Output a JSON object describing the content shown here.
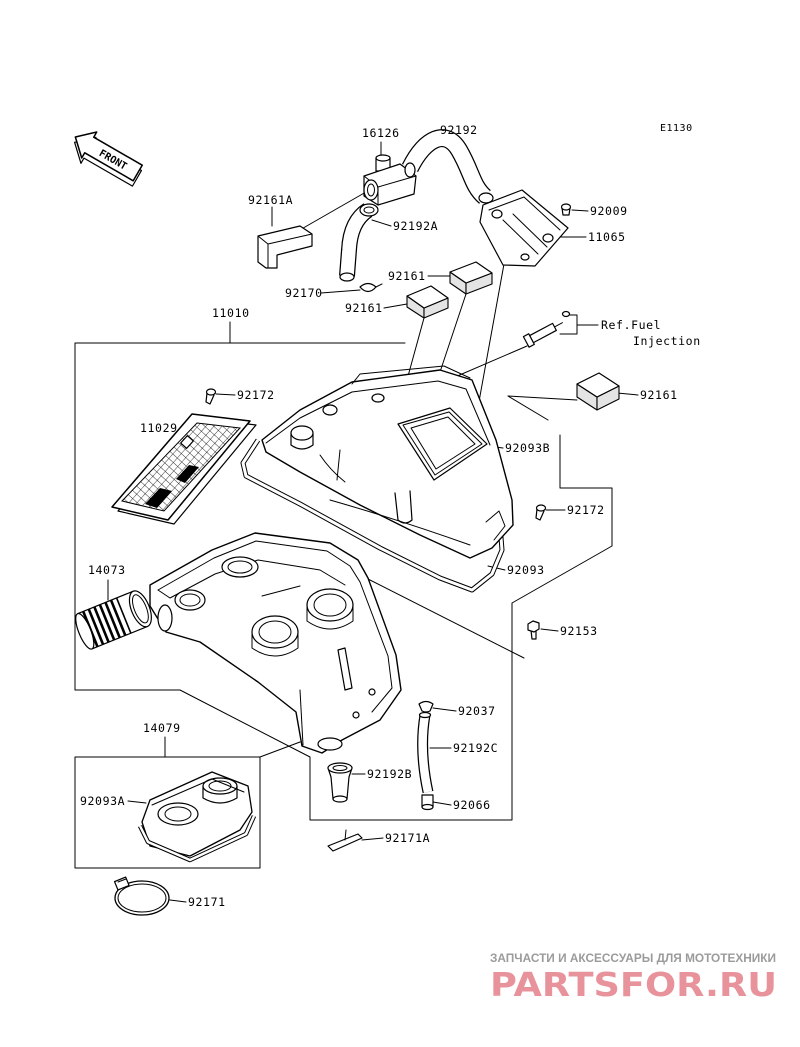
{
  "diagram_code": "E1130",
  "front_label": "FRONT",
  "callouts": [
    "16126",
    "92192",
    "92161A",
    "92192A",
    "92009",
    "11065",
    "92161",
    "92170",
    "92161",
    "11010",
    "92172",
    "92161",
    "11029",
    "92093B",
    "92172",
    "14073",
    "92093",
    "92153",
    "92037",
    "14079",
    "92192C",
    "92192B",
    "92093A",
    "92066",
    "92171A",
    "92171"
  ],
  "reference": {
    "line1": "Ref.Fuel",
    "line2": "Injection"
  },
  "watermark": {
    "tagline": "ЗАПЧАСТИ И АКСЕССУАРЫ ДЛЯ МОТОТЕХНИКИ",
    "logo": "PARTSFOR.RU"
  },
  "colors": {
    "line": "#000000",
    "background": "#ffffff",
    "tagline": "#9b9b9b",
    "logo": "#e8939c"
  }
}
